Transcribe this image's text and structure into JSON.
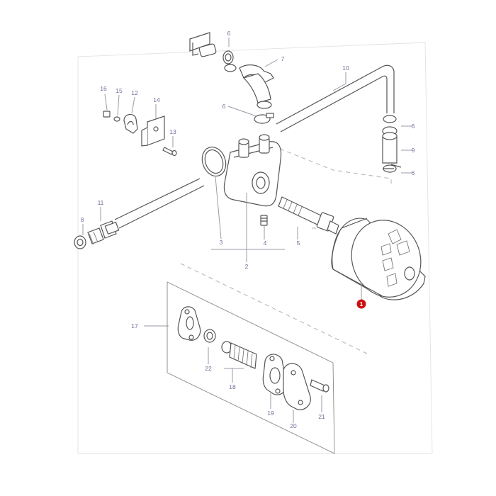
{
  "labels": {
    "l1": "1",
    "l2": "2",
    "l3": "3",
    "l4": "4",
    "l5": "5",
    "l6a": "6",
    "l6b": "6",
    "l6c": "6",
    "l6d": "6",
    "l7": "7",
    "l8": "8",
    "l9": "9",
    "l10": "10",
    "l11": "11",
    "l12": "12",
    "l13": "13",
    "l14": "14",
    "l15": "15",
    "l16": "16",
    "l17": "17",
    "l18": "18",
    "l19": "19",
    "l20": "20",
    "l21": "21",
    "l22": "22"
  },
  "colors": {
    "highlight": "#cc1111",
    "label_text": "#6f6f9a",
    "linework": "#555555"
  }
}
